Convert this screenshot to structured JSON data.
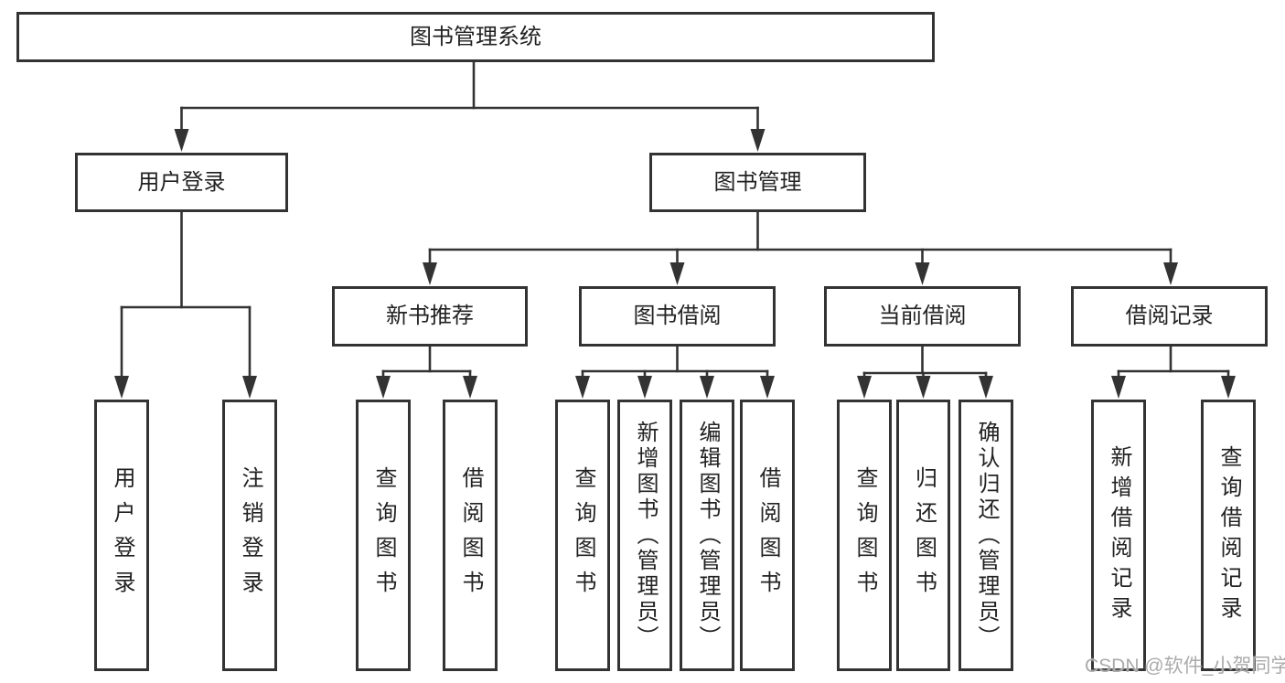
{
  "watermark": "CSDN @软件_小贺同学",
  "colors": {
    "line": "#333333",
    "text": "#222222",
    "watermark": "#ababab",
    "bg": "#ffffff"
  },
  "tree": {
    "root": "图书管理系统",
    "branches": [
      {
        "label": "用户登录",
        "children": [
          {
            "label": "用户登录"
          },
          {
            "label": "注销登录"
          }
        ]
      },
      {
        "label": "图书管理",
        "children": [
          {
            "label": "新书推荐",
            "children": [
              {
                "label": "查询图书"
              },
              {
                "label": "借阅图书"
              }
            ]
          },
          {
            "label": "图书借阅",
            "children": [
              {
                "label": "查询图书"
              },
              {
                "label": "新增图书（管理员）"
              },
              {
                "label": "编辑图书（管理员）"
              },
              {
                "label": "借阅图书"
              }
            ]
          },
          {
            "label": "当前借阅",
            "children": [
              {
                "label": "查询图书"
              },
              {
                "label": "归还图书"
              },
              {
                "label": "确认归还（管理员）"
              }
            ]
          },
          {
            "label": "借阅记录",
            "children": [
              {
                "label": "新增借阅记录"
              },
              {
                "label": "查询借阅记录"
              }
            ]
          }
        ]
      }
    ]
  }
}
